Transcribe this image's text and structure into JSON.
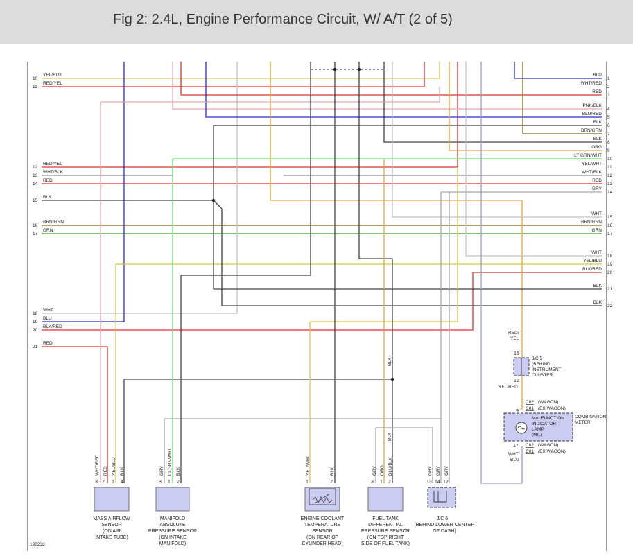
{
  "title": "Fig 2: 2.4L, Engine Performance Circuit, W/ A/T (2 of 5)",
  "figure_id": "196238",
  "colors": {
    "YEL": "#d8c64a",
    "RED": "#e03030",
    "BLU": "#2a2ad8",
    "BLK": "#444444",
    "WHT": "#c2c2c2",
    "PNK": "#e8a8b0",
    "BRN": "#7a6a20",
    "GRN": "#3a9a2a",
    "LTGRN": "#66dd66",
    "ORG": "#f0a030",
    "GRY": "#a8a8a8",
    "VIO": "#9a9ad8"
  },
  "left_wires": [
    {
      "num": "10",
      "label": "YEL/BLU"
    },
    {
      "num": "11",
      "label": "RED/YEL"
    },
    {
      "num": "12",
      "label": "RED/YEL"
    },
    {
      "num": "13",
      "label": "WHT/BLK"
    },
    {
      "num": "14",
      "label": "RED"
    },
    {
      "num": "15",
      "label": "BLK"
    },
    {
      "num": "16",
      "label": "BRN/GRN"
    },
    {
      "num": "17",
      "label": "GRN"
    },
    {
      "num": "18",
      "label": "WHT"
    },
    {
      "num": "19",
      "label": "BLU"
    },
    {
      "num": "20",
      "label": "BLK/RED"
    },
    {
      "num": "21",
      "label": "RED"
    }
  ],
  "right_wires": [
    {
      "num": "1",
      "label": "BLU"
    },
    {
      "num": "2",
      "label": "WHT/RED"
    },
    {
      "num": "3",
      "label": "RED"
    },
    {
      "num": "4",
      "label": "PNK/BLK"
    },
    {
      "num": "5",
      "label": "BLU/RED"
    },
    {
      "num": "6",
      "label": "BLK"
    },
    {
      "num": "7",
      "label": "BRN/GRN"
    },
    {
      "num": "8",
      "label": "BLK"
    },
    {
      "num": "9",
      "label": "ORG"
    },
    {
      "num": "10",
      "label": "LT GRN/WHT"
    },
    {
      "num": "11",
      "label": "YEL/WHT"
    },
    {
      "num": "12",
      "label": "WHT/BLK"
    },
    {
      "num": "13",
      "label": "RED"
    },
    {
      "num": "14",
      "label": "GRY"
    },
    {
      "num": "15",
      "label": "WHT"
    },
    {
      "num": "16",
      "label": "BRN/GRN"
    },
    {
      "num": "17",
      "label": "GRN"
    },
    {
      "num": "18",
      "label": "WHT"
    },
    {
      "num": "19",
      "label": "YEL/BLU"
    },
    {
      "num": "20",
      "label": "BLK/RED"
    },
    {
      "num": "21",
      "label": "BLK"
    },
    {
      "num": "22",
      "label": "BLK"
    }
  ],
  "components": {
    "maf": {
      "pins": [
        "3",
        "2",
        "1",
        "4"
      ],
      "wires": [
        "WHT/RED",
        "RED",
        "YEL/BLU",
        "BLK"
      ],
      "caption": [
        "MASS AIRFLOW",
        "SENSOR",
        "(ON AIR",
        "INTAKE TUBE)"
      ]
    },
    "map": {
      "pins": [
        "3",
        "1",
        "2"
      ],
      "wires": [
        "GRY",
        "LT GRN/WHT",
        "BLK"
      ],
      "caption": [
        "MANIFOLD",
        "ABSOLUTE",
        "PRESSURE SENSOR",
        "(ON INTAKE",
        "MANIFOLD)"
      ]
    },
    "ect": {
      "pins": [
        "1",
        "2"
      ],
      "wires": [
        "YEL/WHT",
        "BLK"
      ],
      "caption": [
        "ENGINE COOLANT",
        "TEMPERATURE",
        "SENSOR",
        "(ON REAR OF",
        "CYLINDER HEAD)"
      ]
    },
    "ftdp": {
      "pins": [
        "3",
        "1",
        "2"
      ],
      "wires": [
        "GRY",
        "ORG",
        "BLU/BLK"
      ],
      "caption": [
        "FUEL TANK",
        "DIFFERENTIAL",
        "PRESSURE SENSOR",
        "(ON TOP RIGHT",
        "SIDE OF FUEL TANK)"
      ]
    },
    "jc6": {
      "pins": [
        "13",
        "14",
        "12"
      ],
      "wires": [
        "GRY",
        "GRY",
        "GRY"
      ],
      "caption": [
        "J/C 6",
        "(BEHIND LOWER CENTER",
        "OF DASH)"
      ]
    },
    "jc5": {
      "pin_top": "15",
      "pin_bottom": "12",
      "label": [
        "J/C 5",
        "(BEHIND",
        "INSTRUMENT",
        "CLUSTER"
      ],
      "wire_top": [
        "RED/",
        "YEL"
      ],
      "wire_bottom": "YEL/RED"
    },
    "mil": {
      "pin_top": "9",
      "pin_bottom": "17",
      "label": [
        "MALFUNCTION",
        "INDICATOR",
        "LAMP",
        "(MIL)"
      ],
      "meter": [
        "COMBINATION",
        "METER"
      ],
      "conn_top": [
        {
          "code": "C02",
          "note": "(WAGON)"
        },
        {
          "code": "C01",
          "note": "(EX WAGON)"
        }
      ],
      "conn_bottom": [
        {
          "code": "C02",
          "note": "(WAGON)"
        },
        {
          "code": "C01",
          "note": "(EX WAGON)"
        }
      ],
      "wire_bottom": [
        "WHT/",
        "BLU"
      ]
    },
    "blk_vertical": "BLK",
    "blk_vertical2": "BLK"
  }
}
